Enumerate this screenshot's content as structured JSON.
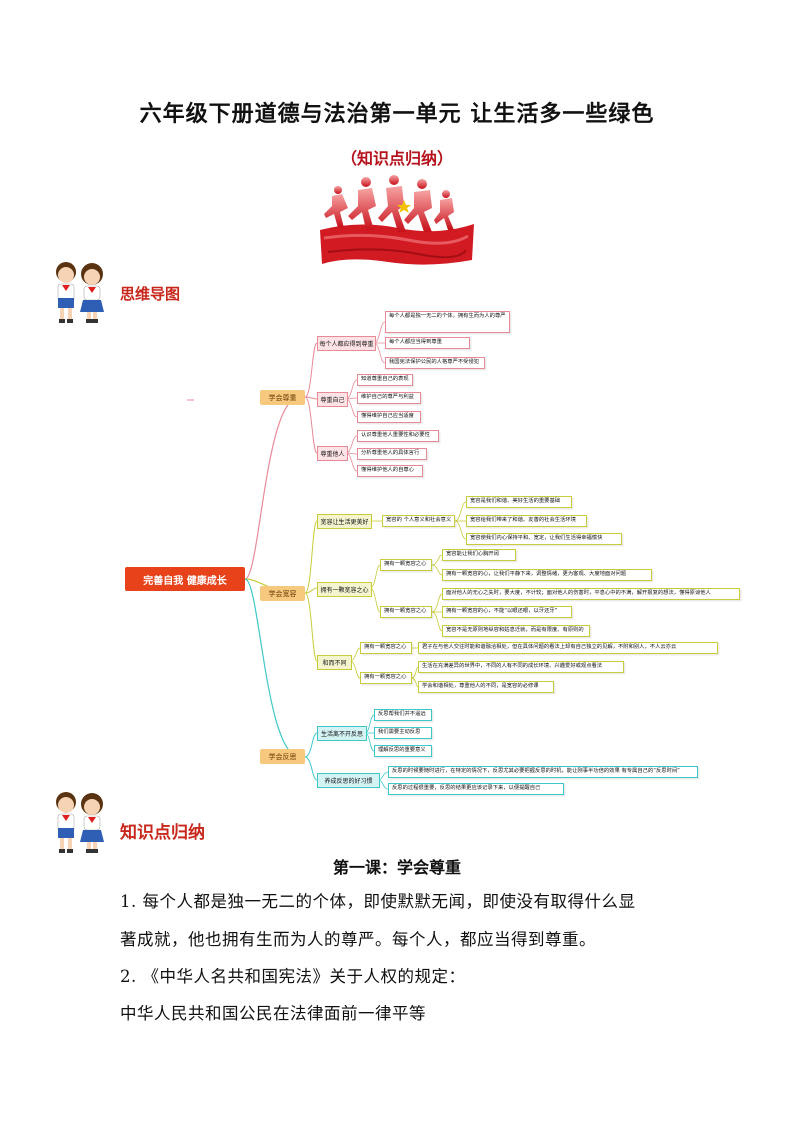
{
  "header": {
    "title": "六年级下册道德与法治第一单元 让生活多一些绿色",
    "subtitle": "（知识点归纳）"
  },
  "sections": {
    "mind_map_heading": "思维导图",
    "knowledge_heading": "知识点归纳"
  },
  "colors": {
    "heading_red": "#c8281c",
    "center_orange": "#e8421b",
    "main_node": "#f6c97f",
    "respect_branch": "#e88a96",
    "tolerance_branch": "#c9cc3a",
    "reflect_branch": "#3ec7c9"
  },
  "mindmap": {
    "center": "完善自我  健康成长",
    "branches": [
      {
        "label": "学会尊重",
        "subs": [
          {
            "label": "每个人都应得到尊重",
            "leaves": [
              "每个人都是独一无二的个体，拥有生而为人的尊严",
              "每个人都应当得到尊重",
              "我国宪法保护公民的人格尊严不受侵犯"
            ]
          },
          {
            "label": "尊重自己",
            "leaves": [
              "知道尊重自己的表现",
              "维护自己的尊严与利益",
              "懂得维护自己应当适度"
            ]
          },
          {
            "label": "尊重他人",
            "leaves": [
              "认识尊重他人重要性和必要性",
              "分析尊重他人的具体言行",
              "懂得维护他人的自尊心"
            ]
          }
        ]
      },
      {
        "label": "学会宽容",
        "subs": [
          {
            "label": "宽容让生活更美好",
            "mid": "宽容的 个人意义和社会意义",
            "leaves": [
              "宽容是我们和谐、美好生活的重要基础",
              "宽容给我们带来了和谐、友善的社会生活环境",
              "宽容使我们内心保持平和、宽定，让我们生活得幸福愉快"
            ]
          },
          {
            "label": "拥有一颗宽容之心",
            "mids": [
              {
                "label": "拥有一颗宽容之心",
                "leaves": [
                  "宽容能让我们心胸开阔",
                  "拥有一颗宽容的心，让我们平静下来，调整情绪，更为客观、大度地面对问题"
                ]
              },
              {
                "label": "拥有一颗宽容之心",
                "leaves": [
                  "面对他人的无心之失时，要大度，不计较；面对他人的伤害时，平息心中的不满，解开报复的想法，懂得原谅他人",
                  "拥有一颗宽容的心，不能“以眼还眼，以牙还牙”",
                  "宽容不是无原则地纵容和姑息迁就，而是有限度、有原则的"
                ]
              }
            ]
          },
          {
            "label": "和而不同",
            "mids": [
              {
                "label": "拥有一颗宽容之心",
                "leaves": [
                  "君子在与他人交往时能和谐融洽相处，但在具体问题的看法上却有自己独立的见解，不附和别人，不人云亦云"
                ]
              },
              {
                "label": "拥有一颗宽容之心",
                "leaves": [
                  "生活在充满差异的世界中，不同的人有不同的成长环境、兴趣爱好或观点看法",
                  "学会和谐相处，尊重他人的不同，是宽容的必修课"
                ]
              }
            ]
          }
        ]
      },
      {
        "label": "学会反思",
        "subs": [
          {
            "label": "生活离不开反思",
            "leaves": [
              "反思帮我们并不遥远",
              "我们需要主动反思",
              "理解反思的重要意义"
            ]
          },
          {
            "label": "养成反思的好习惯",
            "leaves": [
              "反思的时候要随时进行，在特定的情况下，反思尤其必要把握反思的时机，能让刚事半功倍的效果 有专属自己的“反思时间”",
              "反思的过程很重要，反思的结果更应该记录下来，以便提醒自己"
            ]
          }
        ]
      }
    ]
  },
  "lesson": {
    "title": "第一课：学会尊重",
    "p1_line1": "1. 每个人都是独一无二的个体，即使默默无闻，即使没有取得什么显",
    "p1_line2": "著成就，他也拥有生而为人的尊严。每个人，都应当得到尊重。",
    "p2": "2. 《中华人名共和国宪法》关于人权的规定：",
    "p3": "中华人民共和国公民在法律面前一律平等"
  }
}
